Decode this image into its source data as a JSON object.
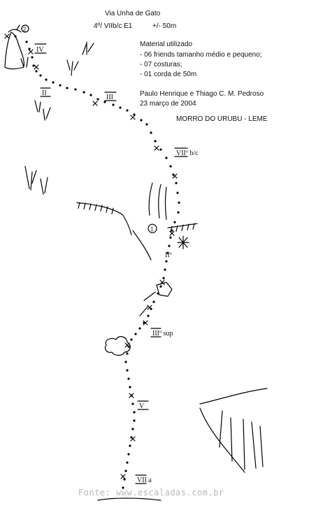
{
  "header": {
    "title": "Via Unha de Gato",
    "grade": "4º/ VIIb/c E1",
    "length": "+/- 50m"
  },
  "materials": {
    "heading": "Material utilizado",
    "items": [
      "- 06 friends tamanho médio e pequeno;",
      "- 07 costuras;",
      "- 01 corda de 50m"
    ]
  },
  "credits": {
    "authors": "Paulo Henrique e Thiago C. M. Pedroso",
    "date": "23 março de 2004"
  },
  "location": "MORRO DO URUBU - LEME",
  "grades": {
    "top_iv": "IV",
    "ii_left": "II",
    "iii_mid": "III",
    "vii_bc": "VIIº b/c",
    "ii_lower": "IIº",
    "iii_sup": "IIIº sup",
    "v": "V",
    "vii_a": "VII a"
  },
  "markers": {
    "belay_top": "2",
    "belay_mid": "1"
  },
  "footer": "Fonte: www.escaladas.com.br"
}
